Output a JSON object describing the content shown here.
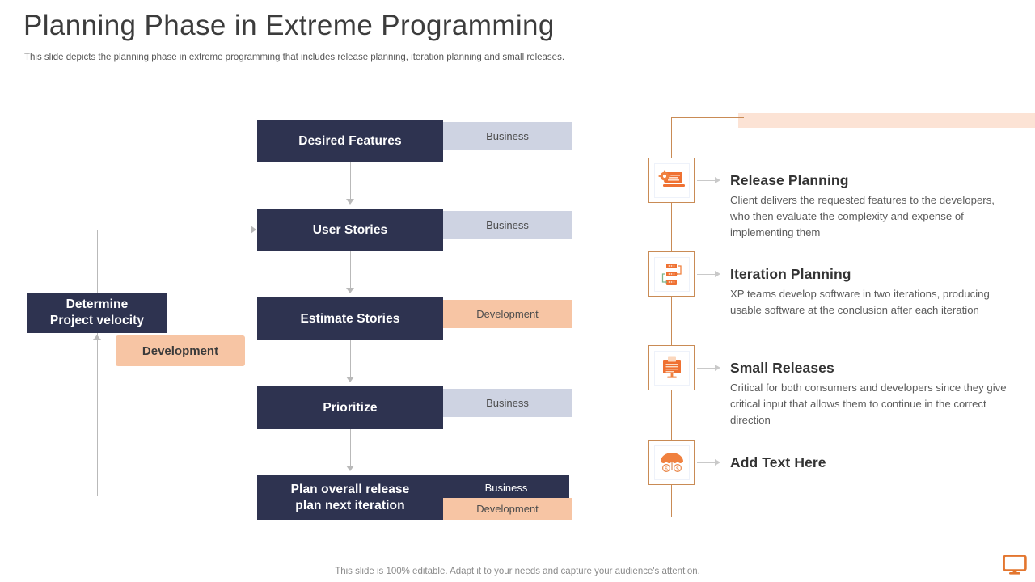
{
  "header": {
    "title": "Planning Phase in Extreme Programming",
    "subtitle": "This slide depicts the planning phase in extreme programming that includes release planning, iteration planning and small releases."
  },
  "flow": {
    "nodes": [
      {
        "label": "Desired Features",
        "tag": "Business",
        "tag_type": "business"
      },
      {
        "label": "User Stories",
        "tag": "Business",
        "tag_type": "business"
      },
      {
        "label": "Estimate Stories",
        "tag": "Development",
        "tag_type": "development"
      },
      {
        "label": "Prioritize",
        "tag": "Business",
        "tag_type": "business"
      },
      {
        "label": "Plan overall release\nplan next iteration",
        "tag": "Business",
        "tag2": "Development",
        "tag_type": "business-on-dark"
      }
    ],
    "side_node": {
      "label_line1": "Determine",
      "label_line2": "Project velocity",
      "tag": "Development"
    },
    "colors": {
      "node_fill": "#2e3350",
      "tag_business": "#ced3e2",
      "tag_development": "#f7c5a4",
      "connector": "#b9b9b9"
    }
  },
  "timeline": {
    "items": [
      {
        "icon": "laptop-gear-icon",
        "title": "Release Planning",
        "description": "Client delivers the requested features to the developers, who then evaluate the complexity and expense of implementing them"
      },
      {
        "icon": "iteration-flow-icon",
        "title": "Iteration Planning",
        "description": "XP teams develop software in two iterations, producing usable software at the conclusion after each iteration"
      },
      {
        "icon": "monitor-document-icon",
        "title": "Small Releases",
        "description": "Critical for both consumers and developers since they give critical input that allows them to continue in the correct direction"
      },
      {
        "icon": "umbrella-coins-icon",
        "title": "Add Text Here",
        "description": ""
      }
    ],
    "colors": {
      "rail": "#c98b55",
      "banner": "#fce3d5",
      "icon_accent": "#ec6a2a"
    }
  },
  "footer": {
    "note": "This slide is 100% editable. Adapt it to your needs and capture your audience's attention.",
    "logo": "monitor-logo-icon"
  }
}
